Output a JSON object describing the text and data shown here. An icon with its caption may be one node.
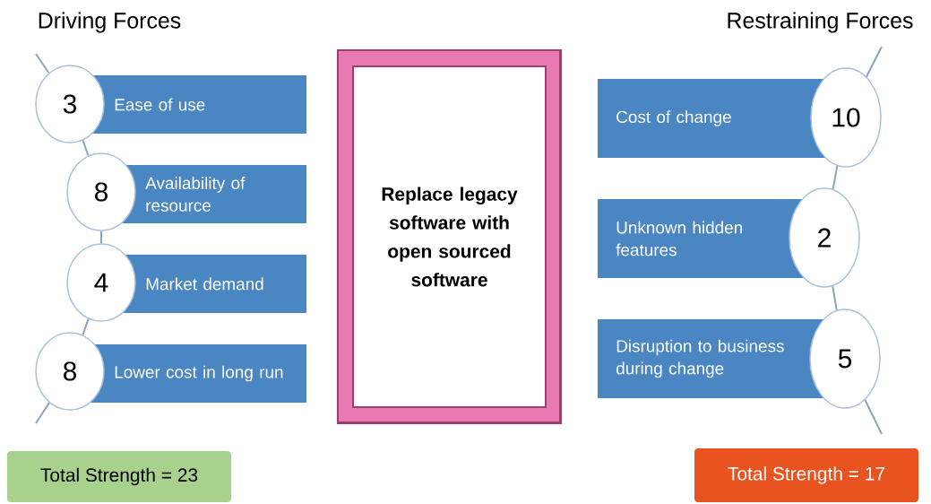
{
  "diagram": {
    "nodes": [
      {
        "text": [
          "3"
        ]
      },
      {
        "text": [
          "Ease of use"
        ]
      },
      {
        "text": [
          "8"
        ]
      },
      {
        "text": [
          "Availability of resource"
        ]
      },
      {
        "text": [
          "4"
        ]
      },
      {
        "text": [
          "Market demand"
        ]
      },
      {
        "text": [
          "8"
        ]
      },
      {
        "text": [
          "Lower cost in long run"
        ]
      },
      {
        "text": [
          "Replace legacy software with open sourced software"
        ]
      },
      {
        "text": [
          "Cost of change"
        ]
      },
      {
        "text": [
          "10"
        ]
      },
      {
        "text": [
          "Unknown hidden features"
        ]
      },
      {
        "text": [
          "2"
        ]
      },
      {
        "text": [
          "Disruption to business during change"
        ]
      },
      {
        "text": [
          "5"
        ]
      },
      {
        "text": [
          "Total Strength = 23"
        ]
      },
      {
        "text": [
          "Total Strength = 17"
        ]
      }
    ],
    "edges": [
      {
        "from": null,
        "to": 0,
        "arrow": "none"
      },
      {
        "from": 0,
        "to": 2,
        "arrow": "none"
      },
      {
        "from": 2,
        "to": 4,
        "arrow": "none"
      },
      {
        "from": 4,
        "to": 6,
        "arrow": "none"
      },
      {
        "from": 6,
        "to": null,
        "arrow": "none"
      },
      {
        "from": null,
        "to": 10,
        "arrow": "none"
      },
      {
        "from": 10,
        "to": 12,
        "arrow": "none"
      },
      {
        "from": 12,
        "to": 14,
        "arrow": "none"
      },
      {
        "from": 14,
        "to": null,
        "arrow": "none"
      }
    ],
    "labels": [
      "Driving Forces",
      "Restraining Forces"
    ]
  }
}
